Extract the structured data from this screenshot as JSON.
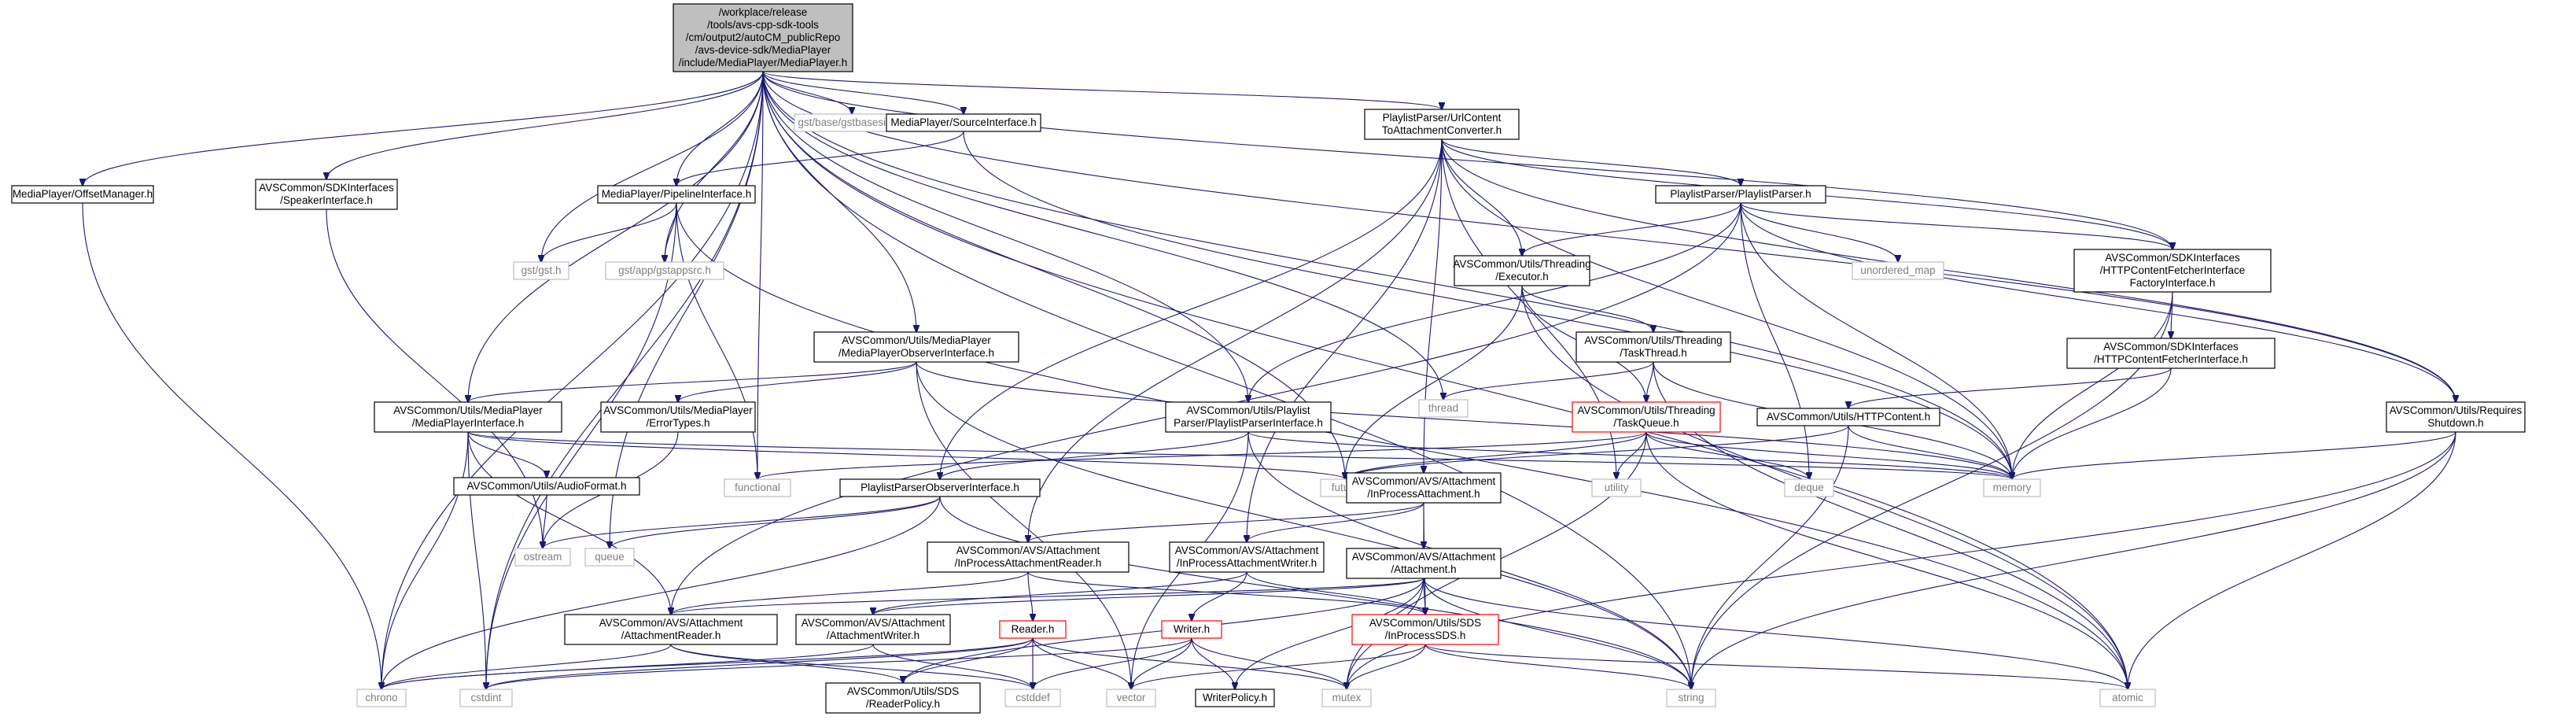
{
  "nodes": [
    {
      "id": "root",
      "kind": "root",
      "lines": [
        "/workplace/release",
        "/tools/avs-cpp-sdk-tools",
        "/cm/output2/autoCM_publicRepo",
        "/avs-device-sdk/MediaPlayer",
        "/include/MediaPlayer/MediaPlayer.h"
      ]
    },
    {
      "id": "offset",
      "kind": "normal",
      "lines": [
        "MediaPlayer/OffsetManager.h"
      ]
    },
    {
      "id": "speaker",
      "kind": "normal",
      "lines": [
        "AVSCommon/SDKInterfaces",
        "/SpeakerInterface.h"
      ]
    },
    {
      "id": "pipeline",
      "kind": "normal",
      "lines": [
        "MediaPlayer/PipelineInterface.h"
      ]
    },
    {
      "id": "gstbasesink",
      "kind": "ext",
      "lines": [
        "gst/base/gstbasesink.h"
      ]
    },
    {
      "id": "source",
      "kind": "normal",
      "lines": [
        "MediaPlayer/SourceInterface.h"
      ]
    },
    {
      "id": "urlconv",
      "kind": "normal",
      "lines": [
        "PlaylistParser/UrlContent",
        "ToAttachmentConverter.h"
      ]
    },
    {
      "id": "playlistparser",
      "kind": "normal",
      "lines": [
        "PlaylistParser/PlaylistParser.h"
      ]
    },
    {
      "id": "gst",
      "kind": "ext",
      "lines": [
        "gst/gst.h"
      ]
    },
    {
      "id": "gstappsrc",
      "kind": "ext",
      "lines": [
        "gst/app/gstappsrc.h"
      ]
    },
    {
      "id": "executor",
      "kind": "normal",
      "lines": [
        "AVSCommon/Utils/Threading",
        "/Executor.h"
      ]
    },
    {
      "id": "unordered_map",
      "kind": "ext",
      "lines": [
        "unordered_map"
      ]
    },
    {
      "id": "httpfactory",
      "kind": "normal",
      "lines": [
        "AVSCommon/SDKInterfaces",
        "/HTTPContentFetcherInterface",
        "FactoryInterface.h"
      ]
    },
    {
      "id": "mpobserver",
      "kind": "normal",
      "lines": [
        "AVSCommon/Utils/MediaPlayer",
        "/MediaPlayerObserverInterface.h"
      ]
    },
    {
      "id": "taskthread",
      "kind": "normal",
      "lines": [
        "AVSCommon/Utils/Threading",
        "/TaskThread.h"
      ]
    },
    {
      "id": "httpfetcher",
      "kind": "normal",
      "lines": [
        "AVSCommon/SDKInterfaces",
        "/HTTPContentFetcherInterface.h"
      ]
    },
    {
      "id": "mpinterface",
      "kind": "normal",
      "lines": [
        "AVSCommon/Utils/MediaPlayer",
        "/MediaPlayerInterface.h"
      ]
    },
    {
      "id": "errortypes",
      "kind": "normal",
      "lines": [
        "AVSCommon/Utils/MediaPlayer",
        "/ErrorTypes.h"
      ]
    },
    {
      "id": "thread",
      "kind": "ext",
      "lines": [
        "thread"
      ]
    },
    {
      "id": "playlistparserif",
      "kind": "normal",
      "lines": [
        "AVSCommon/Utils/Playlist",
        "Parser/PlaylistParserInterface.h"
      ]
    },
    {
      "id": "taskqueue",
      "kind": "red",
      "lines": [
        "AVSCommon/Utils/Threading",
        "/TaskQueue.h"
      ]
    },
    {
      "id": "httpcontent",
      "kind": "normal",
      "lines": [
        "AVSCommon/Utils/HTTPContent.h"
      ]
    },
    {
      "id": "requiresshutdown",
      "kind": "normal",
      "lines": [
        "AVSCommon/Utils/Requires",
        "Shutdown.h"
      ]
    },
    {
      "id": "audioformat",
      "kind": "normal",
      "lines": [
        "AVSCommon/Utils/AudioFormat.h"
      ]
    },
    {
      "id": "functional",
      "kind": "ext",
      "lines": [
        "functional"
      ]
    },
    {
      "id": "future",
      "kind": "ext",
      "lines": [
        "future"
      ]
    },
    {
      "id": "utility",
      "kind": "ext",
      "lines": [
        "utility"
      ]
    },
    {
      "id": "deque",
      "kind": "ext",
      "lines": [
        "deque"
      ]
    },
    {
      "id": "memory",
      "kind": "ext",
      "lines": [
        "memory"
      ]
    },
    {
      "id": "plobserver",
      "kind": "normal",
      "lines": [
        "PlaylistParserObserverInterface.h"
      ]
    },
    {
      "id": "inprocattach",
      "kind": "normal",
      "lines": [
        "AVSCommon/AVS/Attachment",
        "/InProcessAttachment.h"
      ]
    },
    {
      "id": "ostream",
      "kind": "ext",
      "lines": [
        "ostream"
      ]
    },
    {
      "id": "queue",
      "kind": "ext",
      "lines": [
        "queue"
      ]
    },
    {
      "id": "inprocreader",
      "kind": "normal",
      "lines": [
        "AVSCommon/AVS/Attachment",
        "/InProcessAttachmentReader.h"
      ]
    },
    {
      "id": "inprocwriter",
      "kind": "normal",
      "lines": [
        "AVSCommon/AVS/Attachment",
        "/InProcessAttachmentWriter.h"
      ]
    },
    {
      "id": "attachment",
      "kind": "normal",
      "lines": [
        "AVSCommon/AVS/Attachment",
        "/Attachment.h"
      ]
    },
    {
      "id": "attachreader",
      "kind": "normal",
      "lines": [
        "AVSCommon/AVS/Attachment",
        "/AttachmentReader.h"
      ]
    },
    {
      "id": "attachwriter",
      "kind": "normal",
      "lines": [
        "AVSCommon/AVS/Attachment",
        "/AttachmentWriter.h"
      ]
    },
    {
      "id": "readerh",
      "kind": "red",
      "lines": [
        "Reader.h"
      ]
    },
    {
      "id": "writerh",
      "kind": "red",
      "lines": [
        "Writer.h"
      ]
    },
    {
      "id": "inprocsds",
      "kind": "red",
      "lines": [
        "AVSCommon/Utils/SDS",
        "/InProcessSDS.h"
      ]
    },
    {
      "id": "chrono",
      "kind": "ext",
      "lines": [
        "chrono"
      ]
    },
    {
      "id": "cstdint",
      "kind": "ext",
      "lines": [
        "cstdint"
      ]
    },
    {
      "id": "readerpolicy",
      "kind": "normal",
      "lines": [
        "AVSCommon/Utils/SDS",
        "/ReaderPolicy.h"
      ]
    },
    {
      "id": "cstddef",
      "kind": "ext",
      "lines": [
        "cstddef"
      ]
    },
    {
      "id": "vector",
      "kind": "ext",
      "lines": [
        "vector"
      ]
    },
    {
      "id": "writerpolicy",
      "kind": "normal",
      "lines": [
        "WriterPolicy.h"
      ]
    },
    {
      "id": "mutex",
      "kind": "ext",
      "lines": [
        "mutex"
      ]
    },
    {
      "id": "string",
      "kind": "ext",
      "lines": [
        "string"
      ]
    },
    {
      "id": "atomic",
      "kind": "ext",
      "lines": [
        "atomic"
      ]
    }
  ],
  "edges": [
    [
      "root",
      "offset"
    ],
    [
      "root",
      "speaker"
    ],
    [
      "root",
      "pipeline"
    ],
    [
      "root",
      "gstbasesink"
    ],
    [
      "root",
      "source"
    ],
    [
      "root",
      "urlconv"
    ],
    [
      "root",
      "gst"
    ],
    [
      "root",
      "gstappsrc"
    ],
    [
      "root",
      "httpfactory"
    ],
    [
      "root",
      "mpobserver"
    ],
    [
      "root",
      "mpinterface"
    ],
    [
      "root",
      "thread"
    ],
    [
      "root",
      "playlistparserif"
    ],
    [
      "root",
      "requiresshutdown"
    ],
    [
      "root",
      "functional"
    ],
    [
      "root",
      "future"
    ],
    [
      "root",
      "memory"
    ],
    [
      "root",
      "queue"
    ],
    [
      "root",
      "chrono"
    ],
    [
      "root",
      "cstdint"
    ],
    [
      "root",
      "string"
    ],
    [
      "root",
      "atomic"
    ],
    [
      "offset",
      "chrono"
    ],
    [
      "speaker",
      "ostream"
    ],
    [
      "pipeline",
      "gst"
    ],
    [
      "pipeline",
      "gstappsrc"
    ],
    [
      "pipeline",
      "functional"
    ],
    [
      "pipeline",
      "cstdint"
    ],
    [
      "pipeline",
      "atomic"
    ],
    [
      "source",
      "pipeline"
    ],
    [
      "source",
      "memory"
    ],
    [
      "urlconv",
      "playlistparser"
    ],
    [
      "urlconv",
      "executor"
    ],
    [
      "urlconv",
      "httpfactory"
    ],
    [
      "urlconv",
      "requiresshutdown"
    ],
    [
      "urlconv",
      "plobserver"
    ],
    [
      "urlconv",
      "inprocattach"
    ],
    [
      "urlconv",
      "inprocreader"
    ],
    [
      "urlconv",
      "inprocwriter"
    ],
    [
      "urlconv",
      "utility"
    ],
    [
      "urlconv",
      "memory"
    ],
    [
      "playlistparser",
      "unordered_map"
    ],
    [
      "playlistparser",
      "executor"
    ],
    [
      "playlistparser",
      "httpfactory"
    ],
    [
      "playlistparser",
      "requiresshutdown"
    ],
    [
      "playlistparser",
      "playlistparserif"
    ],
    [
      "playlistparser",
      "attachreader"
    ],
    [
      "playlistparser",
      "deque"
    ],
    [
      "playlistparser",
      "memory"
    ],
    [
      "executor",
      "taskthread"
    ],
    [
      "executor",
      "taskqueue"
    ],
    [
      "executor",
      "future"
    ],
    [
      "executor",
      "atomic"
    ],
    [
      "httpfactory",
      "httpfetcher"
    ],
    [
      "httpfactory",
      "memory"
    ],
    [
      "httpfactory",
      "string"
    ],
    [
      "mpobserver",
      "mpinterface"
    ],
    [
      "mpobserver",
      "errortypes"
    ],
    [
      "mpobserver",
      "string"
    ],
    [
      "mpobserver",
      "memory"
    ],
    [
      "mpobserver",
      "vector"
    ],
    [
      "taskthread",
      "taskqueue"
    ],
    [
      "taskthread",
      "thread"
    ],
    [
      "taskthread",
      "memory"
    ],
    [
      "taskthread",
      "atomic"
    ],
    [
      "httpfetcher",
      "httpcontent"
    ],
    [
      "httpfetcher",
      "memory"
    ],
    [
      "mpinterface",
      "audioformat"
    ],
    [
      "mpinterface",
      "attachreader"
    ],
    [
      "mpinterface",
      "chrono"
    ],
    [
      "mpinterface",
      "cstdint"
    ],
    [
      "mpinterface",
      "future"
    ],
    [
      "mpinterface",
      "memory"
    ],
    [
      "errortypes",
      "ostream"
    ],
    [
      "playlistparserif",
      "plobserver"
    ],
    [
      "playlistparserif",
      "vector"
    ],
    [
      "playlistparserif",
      "string"
    ],
    [
      "playlistparserif",
      "memory"
    ],
    [
      "taskqueue",
      "future"
    ],
    [
      "taskqueue",
      "utility"
    ],
    [
      "taskqueue",
      "deque"
    ],
    [
      "taskqueue",
      "memory"
    ],
    [
      "taskqueue",
      "functional"
    ],
    [
      "taskqueue",
      "mutex"
    ],
    [
      "taskqueue",
      "atomic"
    ],
    [
      "httpcontent",
      "future"
    ],
    [
      "httpcontent",
      "memory"
    ],
    [
      "httpcontent",
      "string"
    ],
    [
      "requiresshutdown",
      "memory"
    ],
    [
      "requiresshutdown",
      "string"
    ],
    [
      "requiresshutdown",
      "mutex"
    ],
    [
      "requiresshutdown",
      "atomic"
    ],
    [
      "audioformat",
      "ostream"
    ],
    [
      "plobserver",
      "ostream"
    ],
    [
      "plobserver",
      "queue"
    ],
    [
      "plobserver",
      "chrono"
    ],
    [
      "plobserver",
      "string"
    ],
    [
      "inprocattach",
      "inprocreader"
    ],
    [
      "inprocattach",
      "inprocwriter"
    ],
    [
      "inprocattach",
      "attachment"
    ],
    [
      "inprocattach",
      "inprocsds"
    ],
    [
      "inprocreader",
      "readerh"
    ],
    [
      "inprocreader",
      "attachreader"
    ],
    [
      "inprocreader",
      "inprocsds"
    ],
    [
      "inprocwriter",
      "writerh"
    ],
    [
      "inprocwriter",
      "attachwriter"
    ],
    [
      "inprocwriter",
      "inprocsds"
    ],
    [
      "attachment",
      "attachreader"
    ],
    [
      "attachment",
      "attachwriter"
    ],
    [
      "attachment",
      "inprocsds"
    ],
    [
      "attachment",
      "mutex"
    ],
    [
      "attachment",
      "string"
    ],
    [
      "attachment",
      "atomic"
    ],
    [
      "attachment",
      "readerpolicy"
    ],
    [
      "attachment",
      "writerpolicy"
    ],
    [
      "attachreader",
      "chrono"
    ],
    [
      "attachreader",
      "cstddef"
    ],
    [
      "attachreader",
      "readerpolicy"
    ],
    [
      "attachwriter",
      "cstddef"
    ],
    [
      "attachwriter",
      "chrono"
    ],
    [
      "readerh",
      "readerpolicy"
    ],
    [
      "readerh",
      "cstdint"
    ],
    [
      "readerh",
      "cstddef"
    ],
    [
      "readerh",
      "vector"
    ],
    [
      "readerh",
      "mutex"
    ],
    [
      "readerh",
      "chrono"
    ],
    [
      "writerh",
      "writerpolicy"
    ],
    [
      "writerh",
      "cstdint"
    ],
    [
      "writerh",
      "cstddef"
    ],
    [
      "writerh",
      "vector"
    ],
    [
      "writerh",
      "mutex"
    ],
    [
      "inprocsds",
      "vector"
    ],
    [
      "inprocsds",
      "mutex"
    ],
    [
      "inprocsds",
      "string"
    ],
    [
      "inprocsds",
      "atomic"
    ]
  ]
}
